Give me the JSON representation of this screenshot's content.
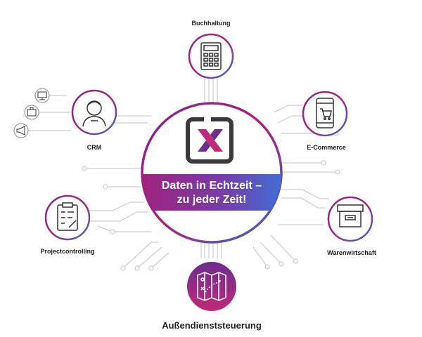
{
  "hub": {
    "line1": "Daten in Echtzeit –",
    "line2": "zu jeder Zeit!"
  },
  "nodes": {
    "buchhaltung": "Buchhaltung",
    "crm": "CRM",
    "ecommerce": "E-Commerce",
    "projectcontrolling": "Projectcontrolling",
    "warenwirtschaft": "Warenwirtschaft",
    "aussendienst": "Außendienststeuerung"
  },
  "icons": {
    "buchhaltung": "calculator-icon",
    "crm": "person-icon",
    "ecommerce": "smartphone-cart-icon",
    "projectcontrolling": "clipboard-icon",
    "warenwirtschaft": "storage-box-icon",
    "aussendienst": "map-icon",
    "crm_small": [
      "monitor-icon",
      "briefcase-icon",
      "megaphone-icon"
    ]
  },
  "colors": {
    "purple": "#7b2a96",
    "magenta": "#b0207a",
    "blue": "#2f6fd1",
    "line": "#c9ccd3",
    "logo_magenta": "#c02a78",
    "logo_purple": "#6b2d8e",
    "logo_frame": "#3a3a3a"
  }
}
